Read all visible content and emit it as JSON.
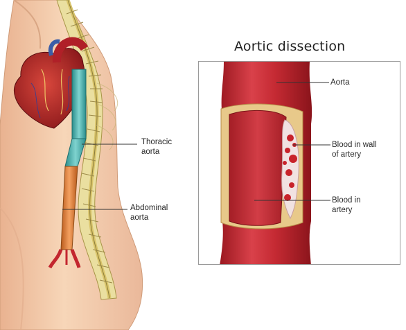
{
  "diagram": {
    "title": "Aortic dissection",
    "left_labels": {
      "thoracic": "Thoracic\naorta",
      "abdominal": "Abdominal\naorta"
    },
    "panel_labels": {
      "aorta": "Aorta",
      "blood_wall": "Blood in wall\nof artery",
      "blood_artery": "Blood in\nartery"
    },
    "colors": {
      "skin": "#f4c9a6",
      "thoracic_aorta": "#4fb8b4",
      "abdominal_aorta": "#e8853a",
      "artery": "#c4222c",
      "spine": "#e9df9a"
    }
  }
}
